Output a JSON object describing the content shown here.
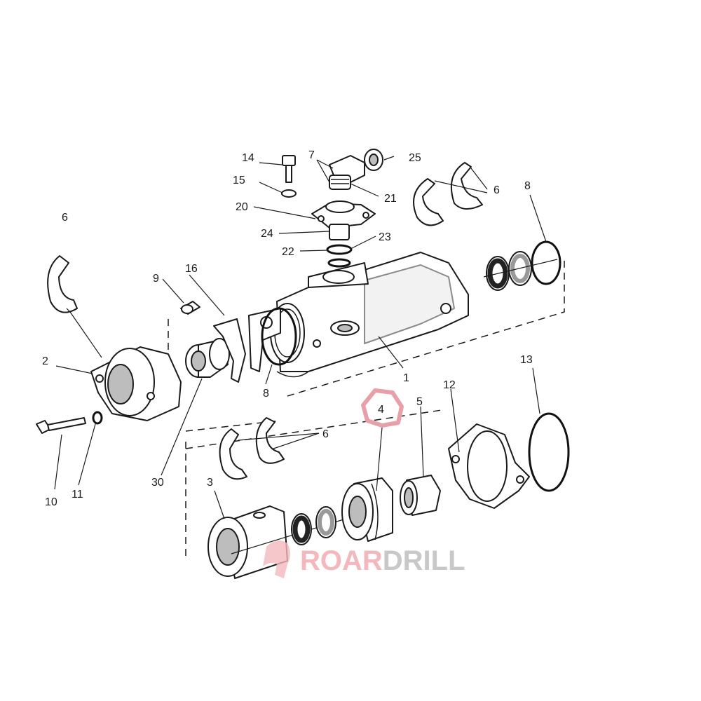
{
  "diagram": {
    "callouts": [
      "14",
      "7",
      "25",
      "15",
      "21",
      "20",
      "6",
      "8",
      "24",
      "23",
      "22",
      "6",
      "16",
      "9",
      "2",
      "8",
      "1",
      "13",
      "4",
      "5",
      "12",
      "6",
      "10",
      "11",
      "30",
      "3"
    ],
    "highlight": {
      "label": "4",
      "color": "#e8a0a8"
    }
  },
  "watermark": {
    "part1": "ROAR",
    "part2": "DRILL",
    "color1": "#f3b8bd",
    "color2": "#c8c8c8"
  }
}
